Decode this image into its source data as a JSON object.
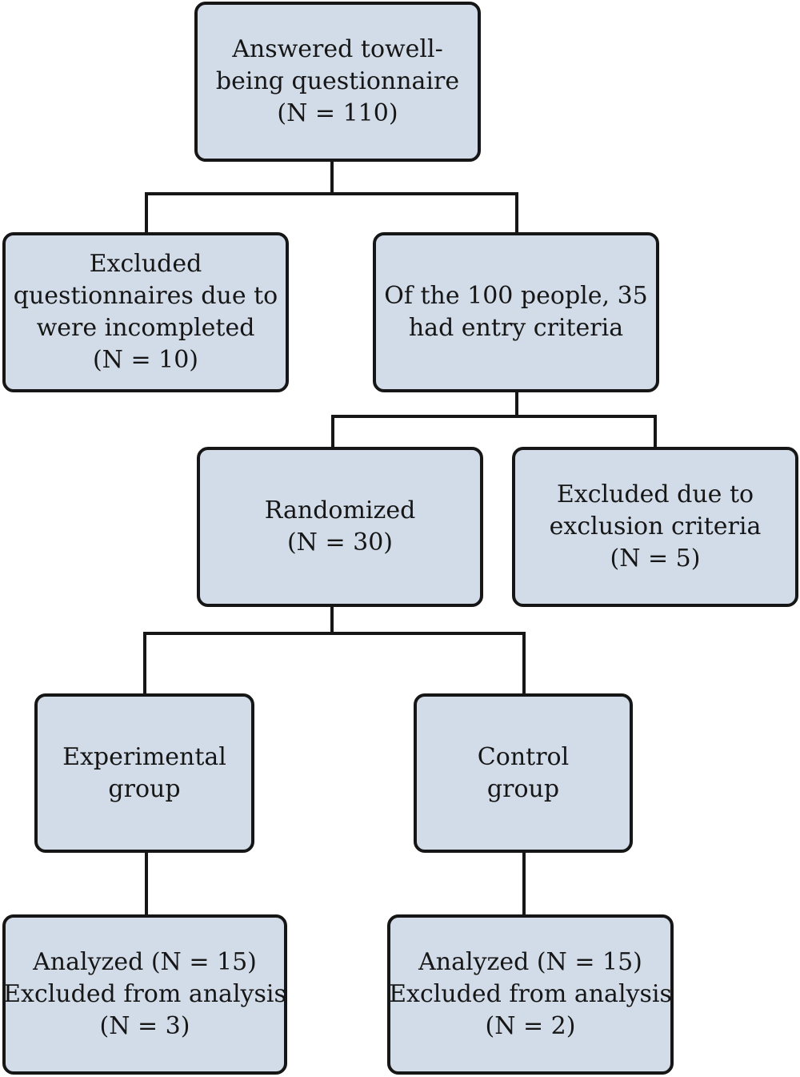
{
  "diagram": {
    "nodes": {
      "answered": {
        "lines": [
          "Answered towell-",
          "being questionnaire",
          "(N = 110)"
        ]
      },
      "incomplete": {
        "lines": [
          "Excluded",
          "questionnaires due to",
          "were incompleted",
          "(N = 10)"
        ]
      },
      "entry": {
        "lines": [
          "Of the 100 people, 35",
          "had entry criteria"
        ]
      },
      "randomized": {
        "lines": [
          "Randomized",
          "(N = 30)"
        ]
      },
      "exclusion": {
        "lines": [
          "Excluded due to",
          "exclusion criteria",
          "(N = 5)"
        ]
      },
      "experimental": {
        "lines": [
          "Experimental",
          "group"
        ]
      },
      "control": {
        "lines": [
          "Control",
          "group"
        ]
      },
      "analyzed_experimental": {
        "lines": [
          "Analyzed (N = 15)",
          "Excluded from analysis",
          "(N = 3)"
        ]
      },
      "analyzed_control": {
        "lines": [
          "Analyzed (N = 15)",
          "Excluded from analysis",
          "(N = 2)"
        ]
      }
    },
    "edges": [
      {
        "from": "answered",
        "to": "incomplete"
      },
      {
        "from": "answered",
        "to": "entry"
      },
      {
        "from": "entry",
        "to": "randomized"
      },
      {
        "from": "entry",
        "to": "exclusion"
      },
      {
        "from": "randomized",
        "to": "experimental"
      },
      {
        "from": "randomized",
        "to": "control"
      },
      {
        "from": "experimental",
        "to": "analyzed_experimental"
      },
      {
        "from": "control",
        "to": "analyzed_control"
      }
    ],
    "colors": {
      "box_fill": "#d2dce8",
      "stroke": "#161616"
    }
  }
}
